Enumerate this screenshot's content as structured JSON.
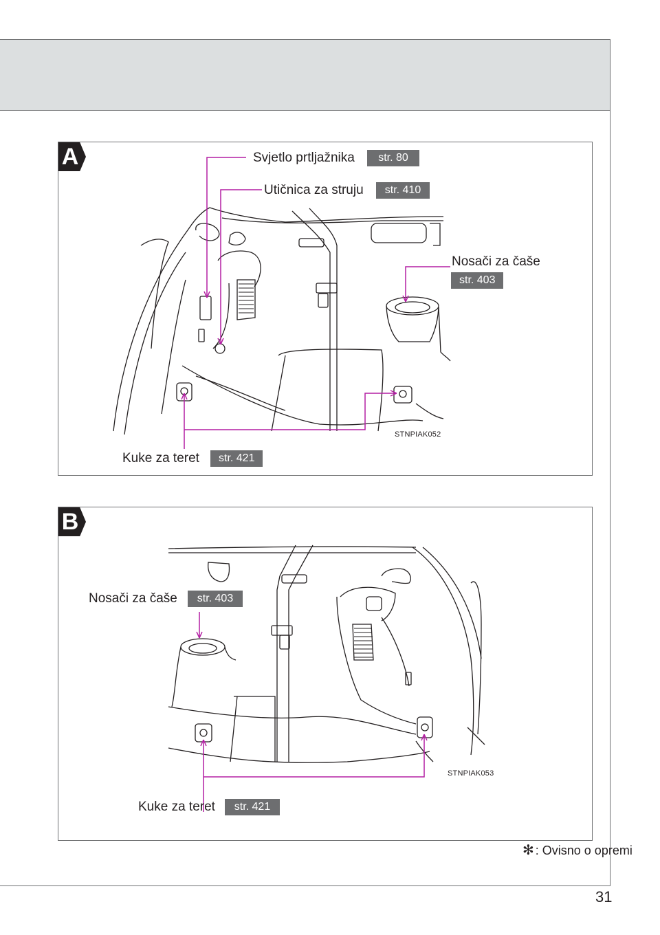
{
  "panel_a": {
    "letter": "A",
    "callouts": {
      "luggage_light": {
        "label": "Svjetlo prtljažnika",
        "ref": "str. 80"
      },
      "power_outlet": {
        "label": "Utičnica za struju",
        "ref": "str. 410"
      },
      "cup_holders": {
        "label": "Nosači za čaše",
        "ref": "str. 403"
      },
      "cargo_hooks": {
        "label": "Kuke za teret",
        "ref": "str. 421"
      }
    },
    "image_code": "STNPIAK052"
  },
  "panel_b": {
    "letter": "B",
    "callouts": {
      "cup_holders": {
        "label": "Nosači za čaše",
        "ref": "str. 403"
      },
      "cargo_hooks": {
        "label": "Kuke za teret",
        "ref": "str. 421"
      }
    },
    "image_code": "STNPIAK053"
  },
  "footnote": {
    "symbol": "✻",
    "text": ": Ovisno o opremi"
  },
  "page_number": "31",
  "colors": {
    "callout_line": "#b31fa3",
    "badge": "#6d6e70",
    "header_band": "#dcdfe0"
  }
}
